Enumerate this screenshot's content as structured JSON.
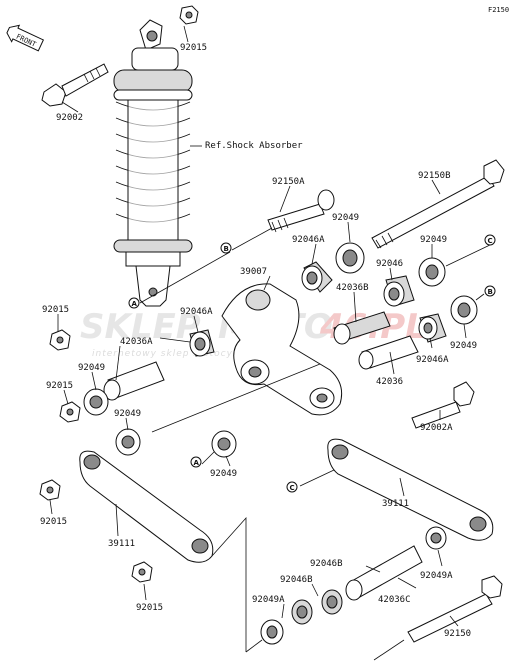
{
  "diagram_code": "F2150",
  "front_label": "FRONT",
  "ref_label": "Ref.Shock Absorber",
  "watermark": {
    "brand_a": "SKLEP",
    "brand_b": "MOTO",
    "brand_c": "46.PL",
    "tagline": "internetowy sklep motocyklowy"
  },
  "callouts": [
    "A",
    "B",
    "C"
  ],
  "part_labels": {
    "l_92015_top": "92015",
    "l_92002": "92002",
    "l_92150A": "92150A",
    "l_92150B": "92150B",
    "l_92049_a": "92049",
    "l_92046A_a": "92046A",
    "l_92049_b": "92049",
    "l_39007": "39007",
    "l_92046_a": "92046",
    "l_42036B": "42036B",
    "l_92046A_b": "92046A",
    "l_92015_mid": "92015",
    "l_42036A": "42036A",
    "l_92049_c": "92049",
    "l_92046A_c": "92046A",
    "l_92015_left": "92015",
    "l_92049_d": "92049",
    "l_42036": "42036",
    "l_92049_e": "92049",
    "l_92002A": "92002A",
    "l_92049_f": "92049",
    "l_92015_low": "92015",
    "l_39111_a": "39111",
    "l_39111_b": "39111",
    "l_92015_bot": "92015",
    "l_92046B": "92046B",
    "l_92046B_b": "92046B",
    "l_92049A_a": "92049A",
    "l_92049A_b": "92049A",
    "l_42036C": "42036C",
    "l_92150": "92150"
  }
}
